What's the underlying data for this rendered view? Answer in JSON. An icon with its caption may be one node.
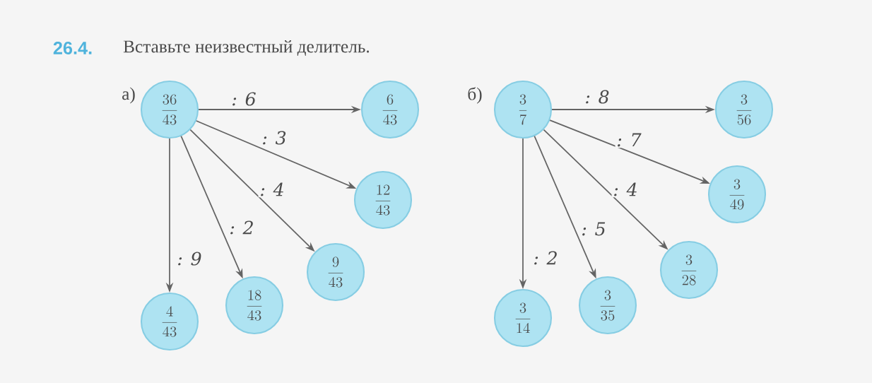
{
  "diagram": {
    "title": "Вставьте неизвестный делитель.",
    "nodes": [
      {
        "text": [
          "\\frac{36}{43}"
        ]
      },
      {
        "text": [
          "\\frac{6}{43}"
        ]
      },
      {
        "text": [
          "\\frac{12}{43}"
        ]
      },
      {
        "text": [
          "\\frac{9}{43}"
        ]
      },
      {
        "text": [
          "\\frac{18}{43}"
        ]
      },
      {
        "text": [
          "\\frac{4}{43}"
        ]
      },
      {
        "text": [
          "\\frac{3}{7}"
        ]
      },
      {
        "text": [
          "\\frac{3}{56}"
        ]
      },
      {
        "text": [
          "\\frac{3}{49}"
        ]
      },
      {
        "text": [
          "\\frac{3}{28}"
        ]
      },
      {
        "text": [
          "\\frac{3}{35}"
        ]
      },
      {
        "text": [
          "\\frac{3}{14}"
        ]
      }
    ],
    "edges": [
      {
        "from": 0,
        "to": 1,
        "arrow": "to",
        "label": ": 6"
      },
      {
        "from": 0,
        "to": 2,
        "arrow": "to",
        "label": ": 3"
      },
      {
        "from": 0,
        "to": 3,
        "arrow": "to",
        "label": ": 4"
      },
      {
        "from": 0,
        "to": 4,
        "arrow": "to",
        "label": ": 2"
      },
      {
        "from": 0,
        "to": 5,
        "arrow": "to",
        "label": ": 9"
      },
      {
        "from": 6,
        "to": 7,
        "arrow": "to",
        "label": ": 8"
      },
      {
        "from": 6,
        "to": 8,
        "arrow": "to",
        "label": ": 7"
      },
      {
        "from": 6,
        "to": 9,
        "arrow": "to",
        "label": ": 4"
      },
      {
        "from": 6,
        "to": 10,
        "arrow": "to",
        "label": ": 5"
      },
      {
        "from": 6,
        "to": 11,
        "arrow": "to",
        "label": ": 2"
      }
    ],
    "labels": [
      "26.4.",
      "а)",
      "б)"
    ]
  }
}
